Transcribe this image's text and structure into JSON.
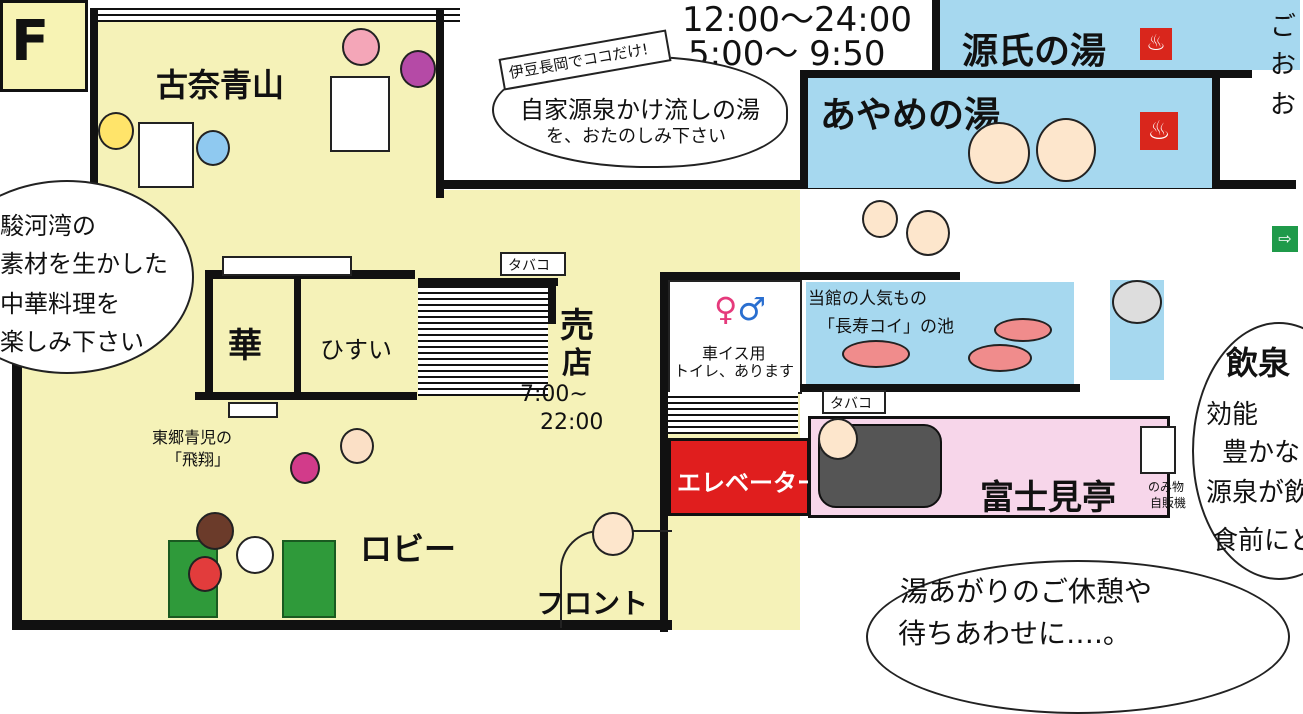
{
  "floor_label": "F",
  "hours": {
    "line1": "12:00～24:00",
    "line2": "5:00～ 9:50"
  },
  "bath_callout": {
    "tag": "伊豆長岡でココだけ!",
    "line1": "自家源泉かけ流しの湯",
    "line2": "を、おたのしみ下さい"
  },
  "baths": {
    "genji": "源氏の湯",
    "ayame": "あやめの湯",
    "onsen_icon": "hot-spring-icon",
    "side_text": [
      "ご",
      "お",
      "お"
    ]
  },
  "restaurants": {
    "kona": "古奈青山",
    "hana": "華",
    "hisui": "ひすい"
  },
  "left_callout": [
    "駿河湾の",
    "素材を生かした",
    "中華料理を",
    "楽しみ下さい"
  ],
  "tobacco_label": "タバコ",
  "shop": {
    "name_1": "売",
    "name_2": "店",
    "hours_1": "7:00~",
    "hours_2": "22:00"
  },
  "toilet": {
    "icon": "restroom-icon",
    "line1": "車イス用",
    "line2": "トイレ、あります"
  },
  "pond": {
    "line1": "当館の人気もの",
    "line2": "「長寿コイ」の池"
  },
  "elevator": "エレベーター",
  "fujimitei": "富士見亭",
  "vending": [
    "のみ物",
    "自販機"
  ],
  "right_callout": [
    "飲泉",
    "効能",
    "豊かな",
    "源泉が飲",
    "食前にど"
  ],
  "bottom_callout": [
    "湯あがりのご休憩や",
    "待ちあわせに….。"
  ],
  "lobby": "ロビー",
  "front": "フロント",
  "art": [
    "東郷青児の",
    "「飛翔」"
  ],
  "colors": {
    "floor": "#f5f2b8",
    "pool": "#a6d8ef",
    "elevator": "#e01e1e",
    "lounge": "#f7d6ea",
    "chair": "#2f9a3a",
    "exit": "#1f9a4a"
  }
}
